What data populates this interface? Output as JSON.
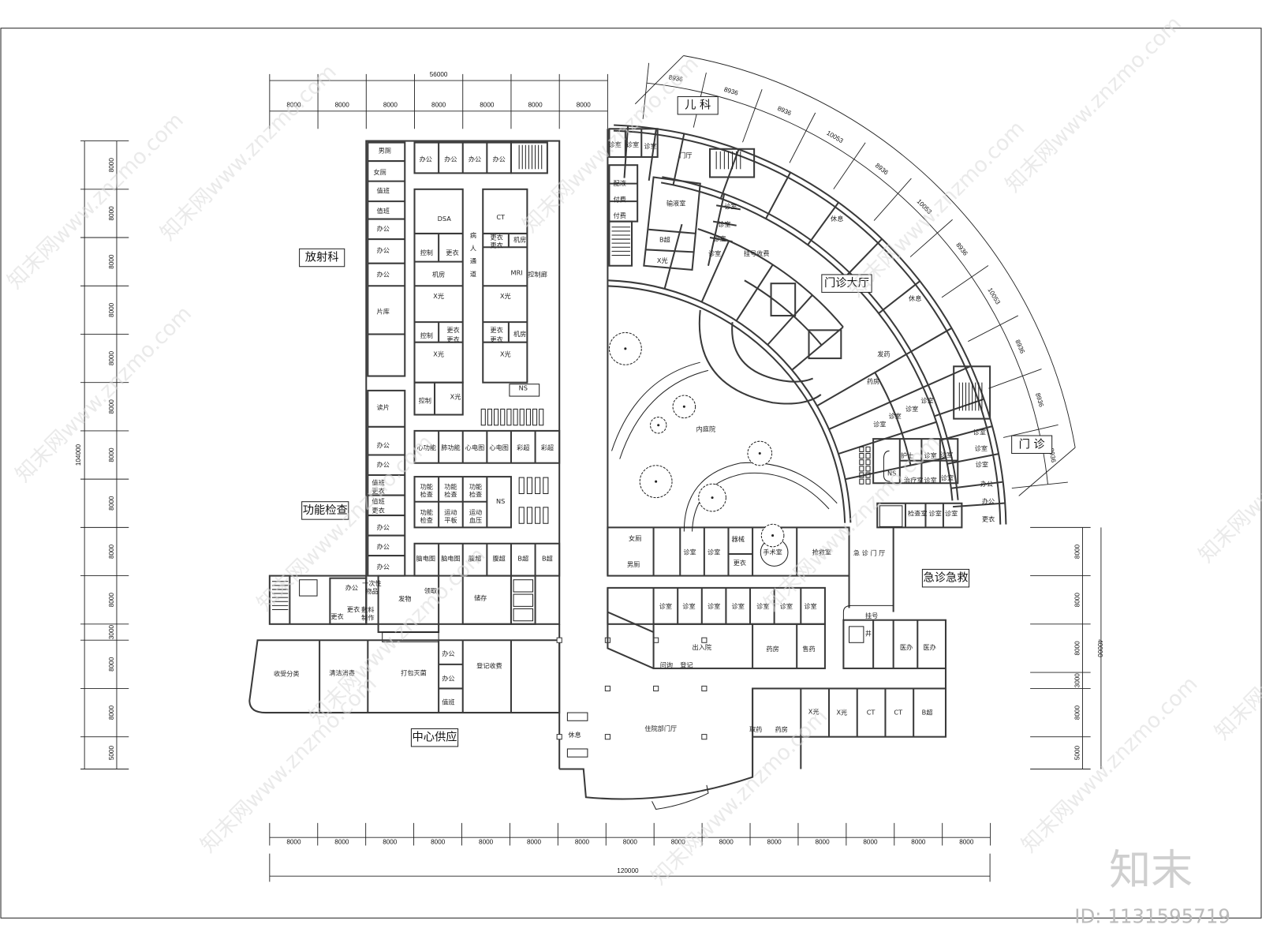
{
  "titles": {
    "radiology": "放射科",
    "function_exam": "功能检查",
    "central_supply": "中心供应",
    "pediatrics": "儿 科",
    "outpatient_hall": "门诊大厅",
    "outpatient": "门 诊",
    "emergency": "急诊急救"
  },
  "rooms": [
    "男厕",
    "女厕",
    "值班",
    "值班",
    "办公",
    "办公",
    "办公",
    "片库",
    "读片",
    "办公",
    "办公",
    "值班",
    "更衣",
    "值班",
    "更衣",
    "办公",
    "办公",
    "办公",
    "办公",
    "办公",
    "办公",
    "办公",
    "DSA",
    "CT",
    "更衣",
    "机房",
    "更衣",
    "控制",
    "更衣",
    "MRI",
    "控制廊",
    "机房",
    "病人通道",
    "X光",
    "X光",
    "控制",
    "更衣",
    "更衣",
    "更衣",
    "机房",
    "更衣",
    "X光",
    "X光",
    "NS",
    "控制",
    "X光",
    "心功能",
    "肺功能",
    "心电图",
    "心电图",
    "彩超",
    "彩超",
    "功能\n检查",
    "功能\n检查",
    "功能\n检查",
    "功能\n检查",
    "运动\n平板",
    "运动\n血压",
    "NS",
    "脑电图",
    "脑电图",
    "腹超",
    "腹超",
    "B超",
    "B超",
    "办公",
    "一次性\n物品",
    "发物",
    "领取",
    "储存",
    "更衣",
    "更衣",
    "敷料\n制作",
    "收受分类",
    "清洁消毒",
    "打包灭菌",
    "办公",
    "办公",
    "值班",
    "登记收费",
    "诊室",
    "诊室",
    "诊室",
    "门厅",
    "配液",
    "付费",
    "付费",
    "输液室",
    "B超",
    "X光",
    "诊室",
    "诊室",
    "诊室",
    "诊室",
    "挂号收费",
    "休息",
    "休息",
    "发药",
    "药房",
    "诊室",
    "诊室",
    "诊室",
    "诊室",
    "护士",
    "诊室",
    "诊室",
    "NS",
    "治疗室",
    "诊室",
    "诊室",
    "诊室",
    "诊室",
    "诊室",
    "办公",
    "办公",
    "更衣",
    "检查室",
    "诊室",
    "诊室",
    "内庭院",
    "女厕",
    "男厕",
    "诊室",
    "诊室",
    "器械",
    "更衣",
    "手术室",
    "抢救室",
    "急 诊 门 厅",
    "诊室",
    "诊室",
    "诊室",
    "诊室",
    "诊室",
    "诊室",
    "诊室",
    "出入院",
    "药房",
    "售药",
    "问询",
    "登记",
    "挂号",
    "井",
    "医办",
    "医办",
    "X光",
    "X光",
    "CT",
    "CT",
    "B超",
    "住院部门厅",
    "取药",
    "药房",
    "休息"
  ],
  "dimensions": {
    "top_total": "56000",
    "top_spans": [
      "8000",
      "8000",
      "8000",
      "8000",
      "8000",
      "8000",
      "8000"
    ],
    "left_total": "104000",
    "left_spans": [
      "8000",
      "8000",
      "8000",
      "8000",
      "8000",
      "8000",
      "8000",
      "8000",
      "8000",
      "8000",
      "3000",
      "8000",
      "8000",
      "5000"
    ],
    "bottom_total": "120000",
    "bottom_spans": [
      "8000",
      "8000",
      "8000",
      "8000",
      "8000",
      "8000",
      "8000",
      "8000",
      "8000",
      "8000",
      "8000",
      "8000",
      "8000",
      "8000",
      "8000"
    ],
    "right_total": "40000",
    "right_spans": [
      "8000",
      "8000",
      "8000",
      "3000",
      "8000",
      "5000"
    ],
    "arc_spans": [
      "8936",
      "8936",
      "8936",
      "10053",
      "8936",
      "10053",
      "8936",
      "10053",
      "8936",
      "8936",
      "8936"
    ]
  },
  "watermark": "知末网www.znzmo.com",
  "logo": "知末",
  "id_label": "ID: 1131595719",
  "colors": {
    "line": "#3a3a3a",
    "background": "#ffffff",
    "watermark": "#d9d9d9"
  }
}
